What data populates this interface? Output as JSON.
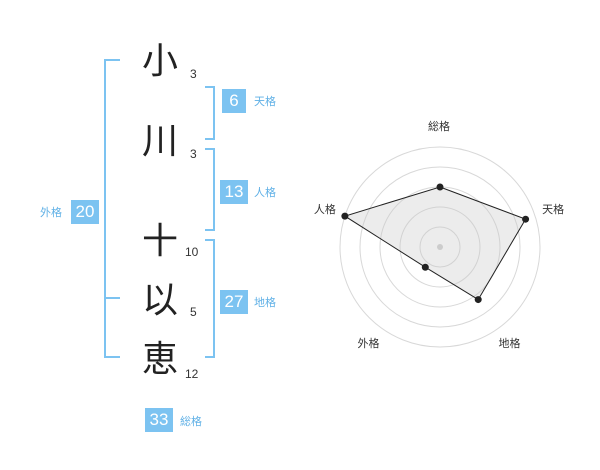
{
  "surname": [
    {
      "char": "小",
      "strokes": "3"
    },
    {
      "char": "川",
      "strokes": "3"
    }
  ],
  "given": [
    {
      "char": "十",
      "strokes": "10"
    },
    {
      "char": "以",
      "strokes": "5"
    },
    {
      "char": "恵",
      "strokes": "12"
    }
  ],
  "kaku": {
    "tenkaku": {
      "value": "6",
      "label": "天格"
    },
    "jinkaku": {
      "value": "13",
      "label": "人格"
    },
    "chikaku": {
      "value": "27",
      "label": "地格"
    },
    "gaikaku": {
      "value": "20",
      "label": "外格"
    },
    "soukaku": {
      "value": "33",
      "label": "総格"
    }
  },
  "chart_data": {
    "type": "radar",
    "axes": [
      "総格",
      "天格",
      "地格",
      "外格",
      "人格"
    ],
    "values": [
      0.6,
      0.9,
      0.65,
      0.25,
      1.0
    ],
    "max": 1.0,
    "rings": 5
  },
  "colors": {
    "accent": "#7cc3f1",
    "fill": "#efefef",
    "line": "#222222"
  }
}
